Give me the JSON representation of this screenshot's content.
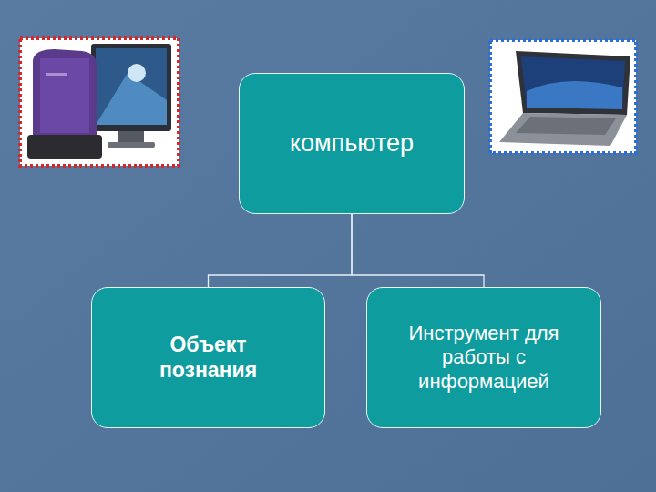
{
  "diagram": {
    "nodes": [
      {
        "text": [
          "компьютер"
        ]
      },
      {
        "text": [
          "Объект познания"
        ]
      },
      {
        "text": [
          "Инструмент для работы с информацией"
        ]
      }
    ],
    "edges": [
      {
        "from": 0,
        "to": 1,
        "arrow": "none"
      },
      {
        "from": 0,
        "to": 2,
        "arrow": "none"
      }
    ]
  }
}
